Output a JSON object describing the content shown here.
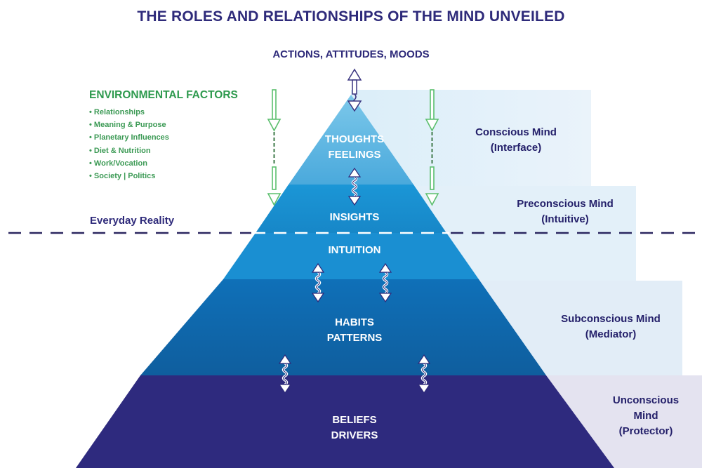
{
  "title": "THE ROLES AND RELATIONSHIPS OF THE MIND UNVEILED",
  "top_label": "ACTIONS, ATTITUDES, MOODS",
  "environmental_factors": {
    "title": "ENVIRONMENTAL FACTORS",
    "items": [
      "Relationships",
      "Meaning & Purpose",
      "Planetary Influences",
      "Diet & Nutrition",
      "Work/Vocation",
      "Society | Politics"
    ]
  },
  "everyday_reality": "Everyday Reality",
  "pyramid_layers": [
    {
      "line1": "THOUGHTS",
      "line2": "FEELINGS",
      "color": "#5ab4e0"
    },
    {
      "line1": "INSIGHTS",
      "line2": "",
      "color": "#1a8fd0"
    },
    {
      "line1": "INTUITION",
      "line2": "",
      "color": "#1a8fd0"
    },
    {
      "line1": "HABITS",
      "line2": "PATTERNS",
      "color": "#0f6cb2"
    },
    {
      "line1": "BELIEFS",
      "line2": "DRIVERS",
      "color": "#2e2a7e"
    }
  ],
  "mind_levels": [
    {
      "name": "Conscious Mind",
      "role": "(Interface)"
    },
    {
      "name": "Preconscious Mind",
      "role": "(Intuitive)"
    },
    {
      "name": "Subconscious Mind",
      "role": "(Mediator)"
    },
    {
      "name_line1": "Unconscious",
      "name_line2": "Mind",
      "role": "(Protector)"
    }
  ],
  "colors": {
    "title": "#2e2a7a",
    "environmental": "#2e9a4e",
    "panel_light": "#e6f2fa",
    "panel_unconscious": "#e4e3f0"
  }
}
